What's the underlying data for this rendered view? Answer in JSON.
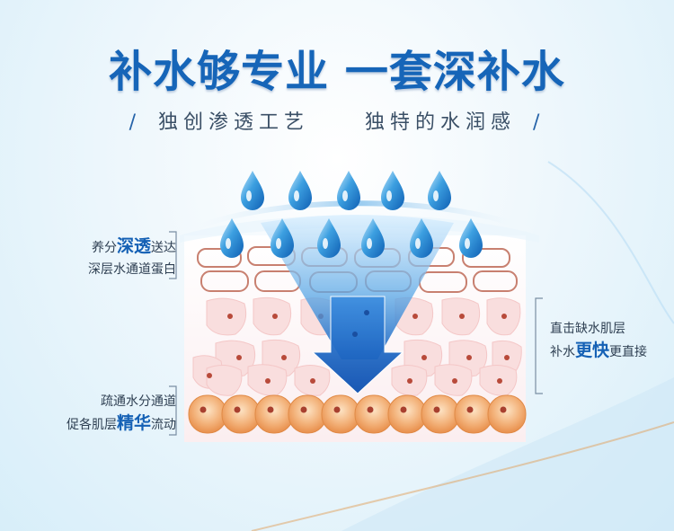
{
  "title": "补水够专业 一套深补水",
  "subtitle": {
    "left": "独创渗透工艺",
    "right": "独特的水润感",
    "separator": "/"
  },
  "labels": {
    "left_top": {
      "pre": "养分",
      "emph": "深透",
      "post": "送达",
      "line2": "深层水通道蛋白"
    },
    "left_bottom": {
      "line1": "疏通水分通道",
      "pre": "促各肌层",
      "emph": "精华",
      "post": "流动"
    },
    "right": {
      "line1": "直击缺水肌层",
      "pre": "补水",
      "emph": "更快",
      "post": "更直接"
    }
  },
  "icons": [
    "water-drop-icon",
    "down-arrow-icon"
  ],
  "colors": {
    "title": "#1665b8",
    "accent": "#1561b5",
    "drop": "#2f90d6",
    "cell_orange": "#f0a868",
    "nucleus": "#b84a3a"
  }
}
